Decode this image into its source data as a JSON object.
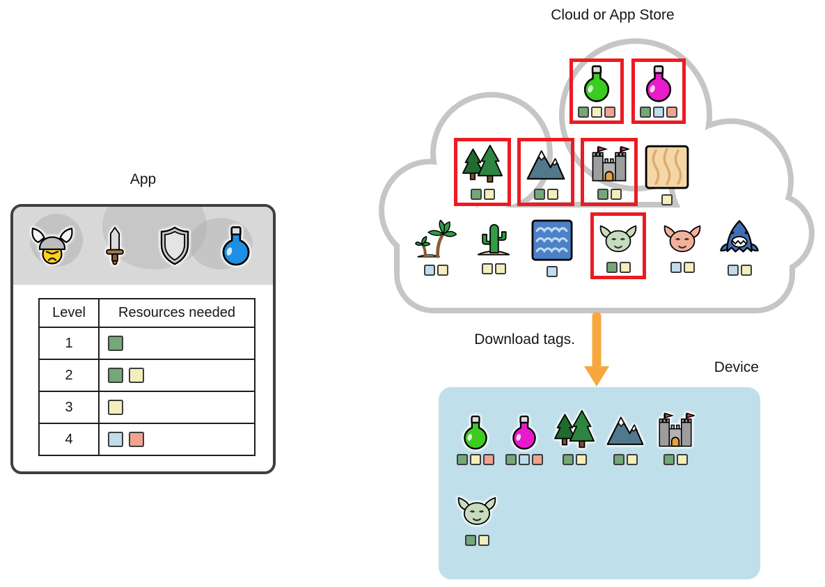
{
  "labels": {
    "app_title": "App",
    "cloud_title": "Cloud or App Store",
    "download_label": "Download tags.",
    "device_title": "Device"
  },
  "colors": {
    "tag_green": "#74A878",
    "tag_yellow": "#F2EFBC",
    "tag_blue": "#BFDCEC",
    "tag_red": "#F0A391",
    "selection_red": "#EC1B23",
    "cloud_outline": "#C6C6C6",
    "device_bg": "#BFDFEA",
    "arrow_orange": "#F6A83F",
    "app_header_bg": "#D8D8D8"
  },
  "app": {
    "header_icons": [
      {
        "icon": "viking-helmet"
      },
      {
        "icon": "sword"
      },
      {
        "icon": "shield"
      },
      {
        "icon": "potion-blue"
      }
    ],
    "table": {
      "columns": [
        "Level",
        "Resources needed"
      ],
      "rows": [
        {
          "level": "1",
          "tags": [
            "green"
          ]
        },
        {
          "level": "2",
          "tags": [
            "green",
            "yellow"
          ]
        },
        {
          "level": "3",
          "tags": [
            "yellow"
          ]
        },
        {
          "level": "4",
          "tags": [
            "blue",
            "red"
          ]
        }
      ]
    }
  },
  "cloud": {
    "rows": [
      [
        {
          "icon": "potion-green",
          "tags": [
            "green",
            "yellow",
            "red"
          ],
          "selected": true
        },
        {
          "icon": "potion-magenta",
          "tags": [
            "green",
            "blue",
            "red"
          ],
          "selected": true
        }
      ],
      [
        {
          "icon": "forest",
          "tags": [
            "green",
            "yellow"
          ],
          "selected": true
        },
        {
          "icon": "mountain",
          "tags": [
            "green",
            "yellow"
          ],
          "selected": true
        },
        {
          "icon": "castle",
          "tags": [
            "green",
            "yellow"
          ],
          "selected": true
        },
        {
          "icon": "sand",
          "tags": [
            "yellow"
          ],
          "selected": false
        }
      ],
      [
        {
          "icon": "palm",
          "tags": [
            "blue",
            "yellow"
          ],
          "selected": false
        },
        {
          "icon": "cactus",
          "tags": [
            "yellow",
            "yellow"
          ],
          "selected": false
        },
        {
          "icon": "water",
          "tags": [
            "blue"
          ],
          "selected": false
        },
        {
          "icon": "goblin-green",
          "tags": [
            "green",
            "yellow"
          ],
          "selected": true
        },
        {
          "icon": "goblin-pink",
          "tags": [
            "blue",
            "yellow"
          ],
          "selected": false
        },
        {
          "icon": "shark",
          "tags": [
            "blue",
            "yellow"
          ],
          "selected": false
        }
      ]
    ]
  },
  "device": {
    "rows": [
      [
        {
          "icon": "potion-green",
          "tags": [
            "green",
            "yellow",
            "red"
          ]
        },
        {
          "icon": "potion-magenta",
          "tags": [
            "green",
            "blue",
            "red"
          ]
        },
        {
          "icon": "forest",
          "tags": [
            "green",
            "yellow"
          ]
        },
        {
          "icon": "mountain",
          "tags": [
            "green",
            "yellow"
          ]
        },
        {
          "icon": "castle",
          "tags": [
            "green",
            "yellow"
          ]
        }
      ],
      [
        {
          "icon": "goblin-green",
          "tags": [
            "green",
            "yellow"
          ]
        }
      ]
    ]
  }
}
